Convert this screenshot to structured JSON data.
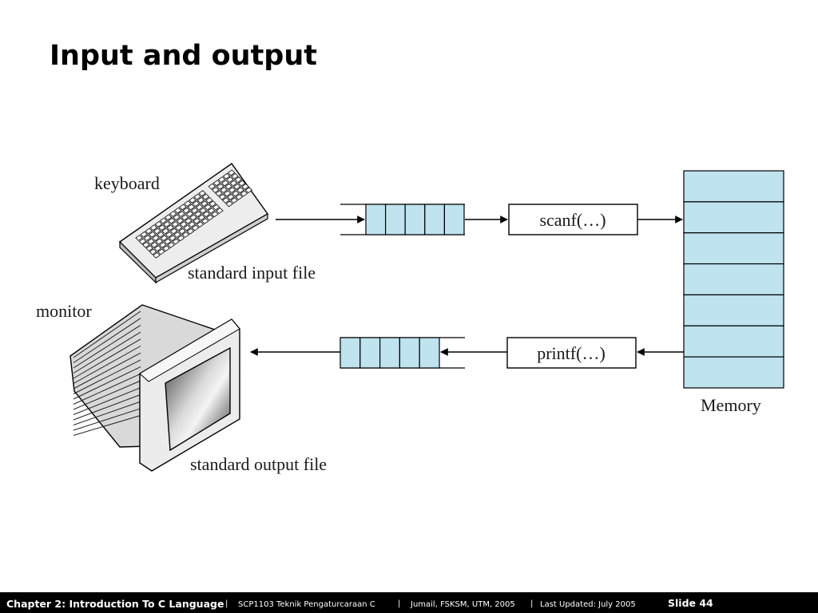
{
  "slide": {
    "title": "Input and output"
  },
  "diagram": {
    "keyboard_label": "keyboard",
    "input_file_label": "standard input file",
    "monitor_label": "monitor",
    "output_file_label": "standard output file",
    "scanf_label": "scanf(…)",
    "printf_label": "printf(…)",
    "memory_label": "Memory",
    "buffer_cells": 5,
    "memory_cells": 7,
    "colors": {
      "cell_fill": "#bfe3ef",
      "line": "#000000",
      "device_body": "#e8e8e8"
    }
  },
  "footer": {
    "chapter": "Chapter 2: Introduction To C Language",
    "sep1": "|",
    "course": "SCP1103 Teknik Pengaturcaraan C",
    "sep2": "|",
    "author": "Jumail, FSKSM, UTM, 2005",
    "sep3": "|",
    "updated": "Last Updated: July 2005",
    "slide_number": "Slide 44"
  }
}
